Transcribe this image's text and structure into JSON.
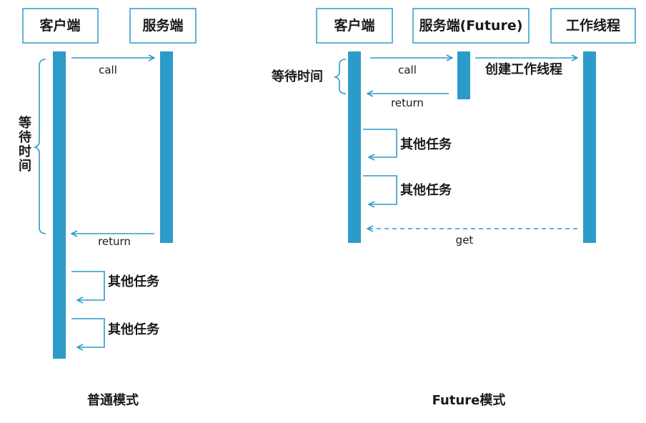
{
  "left": {
    "client_label": "客户端",
    "server_label": "服务端",
    "call_label": "call",
    "return_label": "return",
    "wait_chars": [
      "等",
      "待",
      "时",
      "间"
    ],
    "task1_label": "其他任务",
    "task2_label": "其他任务",
    "caption": "普通模式"
  },
  "right": {
    "client_label": "客户端",
    "server_label": "服务端(Future)",
    "worker_label": "工作线程",
    "call_label": "call",
    "create_label": "创建工作线程",
    "wait_label": "等待时间",
    "return_label": "return",
    "task1_label": "其他任务",
    "task2_label": "其他任务",
    "get_label": "get",
    "caption": "Future模式"
  },
  "colors": {
    "accent": "#2d9bc9",
    "text": "#1a1a1a"
  }
}
